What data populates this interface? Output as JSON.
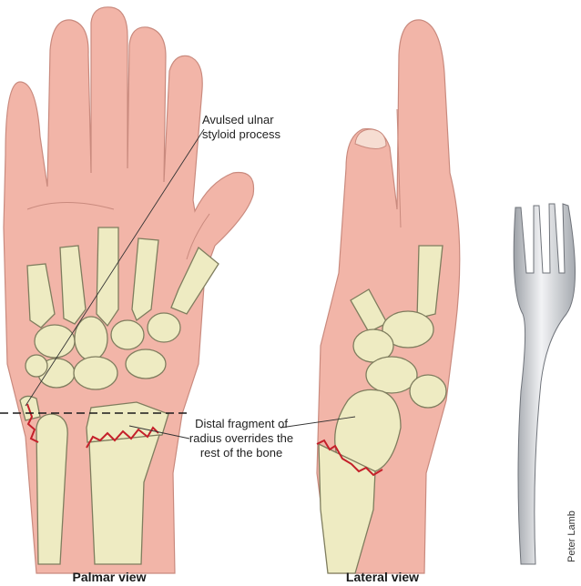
{
  "annotations": {
    "ulnar_line1": "Avulsed ulnar",
    "ulnar_line2": "styloid process",
    "radius_line1": "Distal fragment of",
    "radius_line2": "radius overrides the",
    "radius_line3": "rest of the bone"
  },
  "views": {
    "palmar": "Palmar view",
    "lateral": "Lateral view"
  },
  "credit": "Peter Lamb",
  "colors": {
    "skin": "#f2b5a8",
    "skin_outline": "#c98a7e",
    "bone": "#eeebc2",
    "bone_outline": "#7f7d5e",
    "fracture": "#c4202a",
    "fork": "#d9dbdf"
  }
}
